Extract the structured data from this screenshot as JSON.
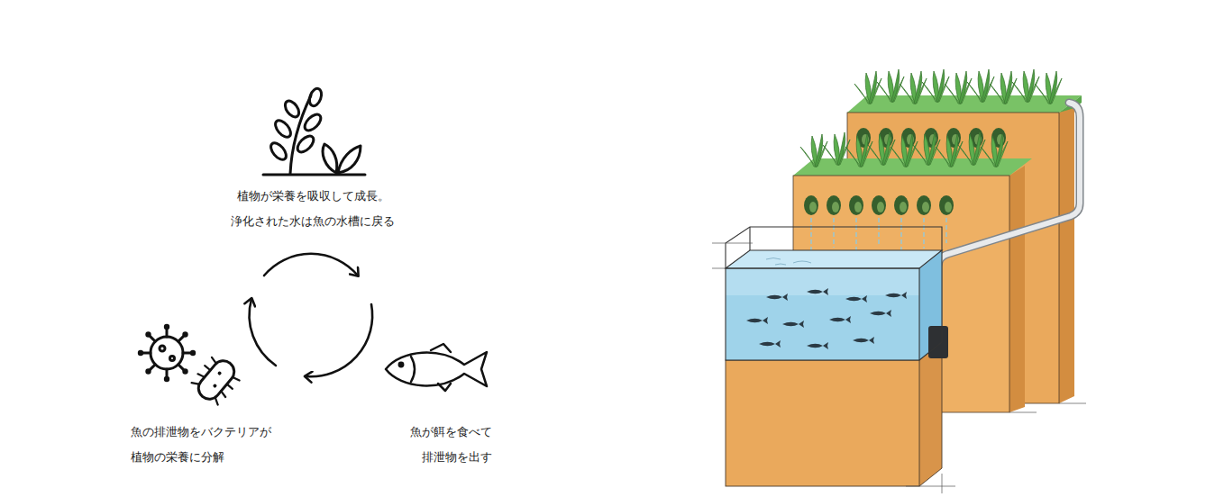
{
  "diagram": {
    "labels": [
      "植物が栄養を吸収して成長。 浄化された水は魚の水槽に戻る",
      "魚の排泄物をバクテリアが 植物の栄養に分解",
      "魚が餌を食べて 排泄物を出す"
    ]
  }
}
